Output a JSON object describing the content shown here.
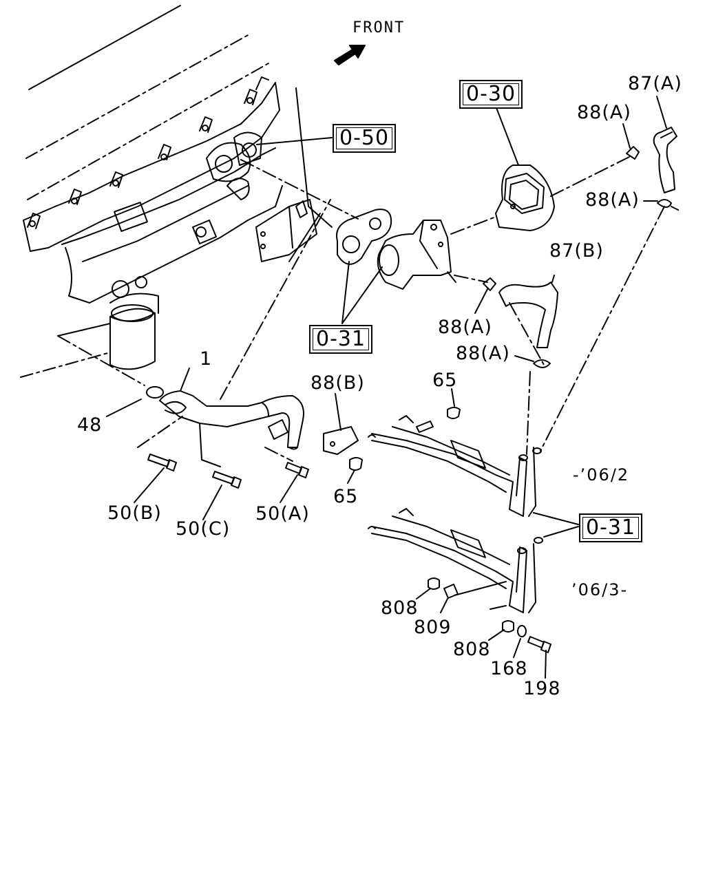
{
  "header": {
    "direction_label": "FRONT"
  },
  "callouts": {
    "ref_050": "0-50",
    "ref_030": "0-30",
    "ref_031_top": "0-31",
    "ref_031_bottom": "0-31"
  },
  "parts": {
    "p87a": "87(A)",
    "p88a_1": "88(A)",
    "p88a_2": "88(A)",
    "p87b": "87(B)",
    "p88a_3": "88(A)",
    "p88a_4": "88(A)",
    "p1": "1",
    "p88b": "88(B)",
    "p65_top": "65",
    "p48": "48",
    "p65_bottom": "65",
    "p50b": "50(B)",
    "p50c": "50(C)",
    "p50a": "50(A)",
    "p808_1": "808",
    "p809": "809",
    "p808_2": "808",
    "p168": "168",
    "p198": "198"
  },
  "serials": {
    "upto": "-’06/2",
    "from": "’06/3-"
  },
  "icons": {
    "front_arrow": "front-arrow-icon"
  }
}
